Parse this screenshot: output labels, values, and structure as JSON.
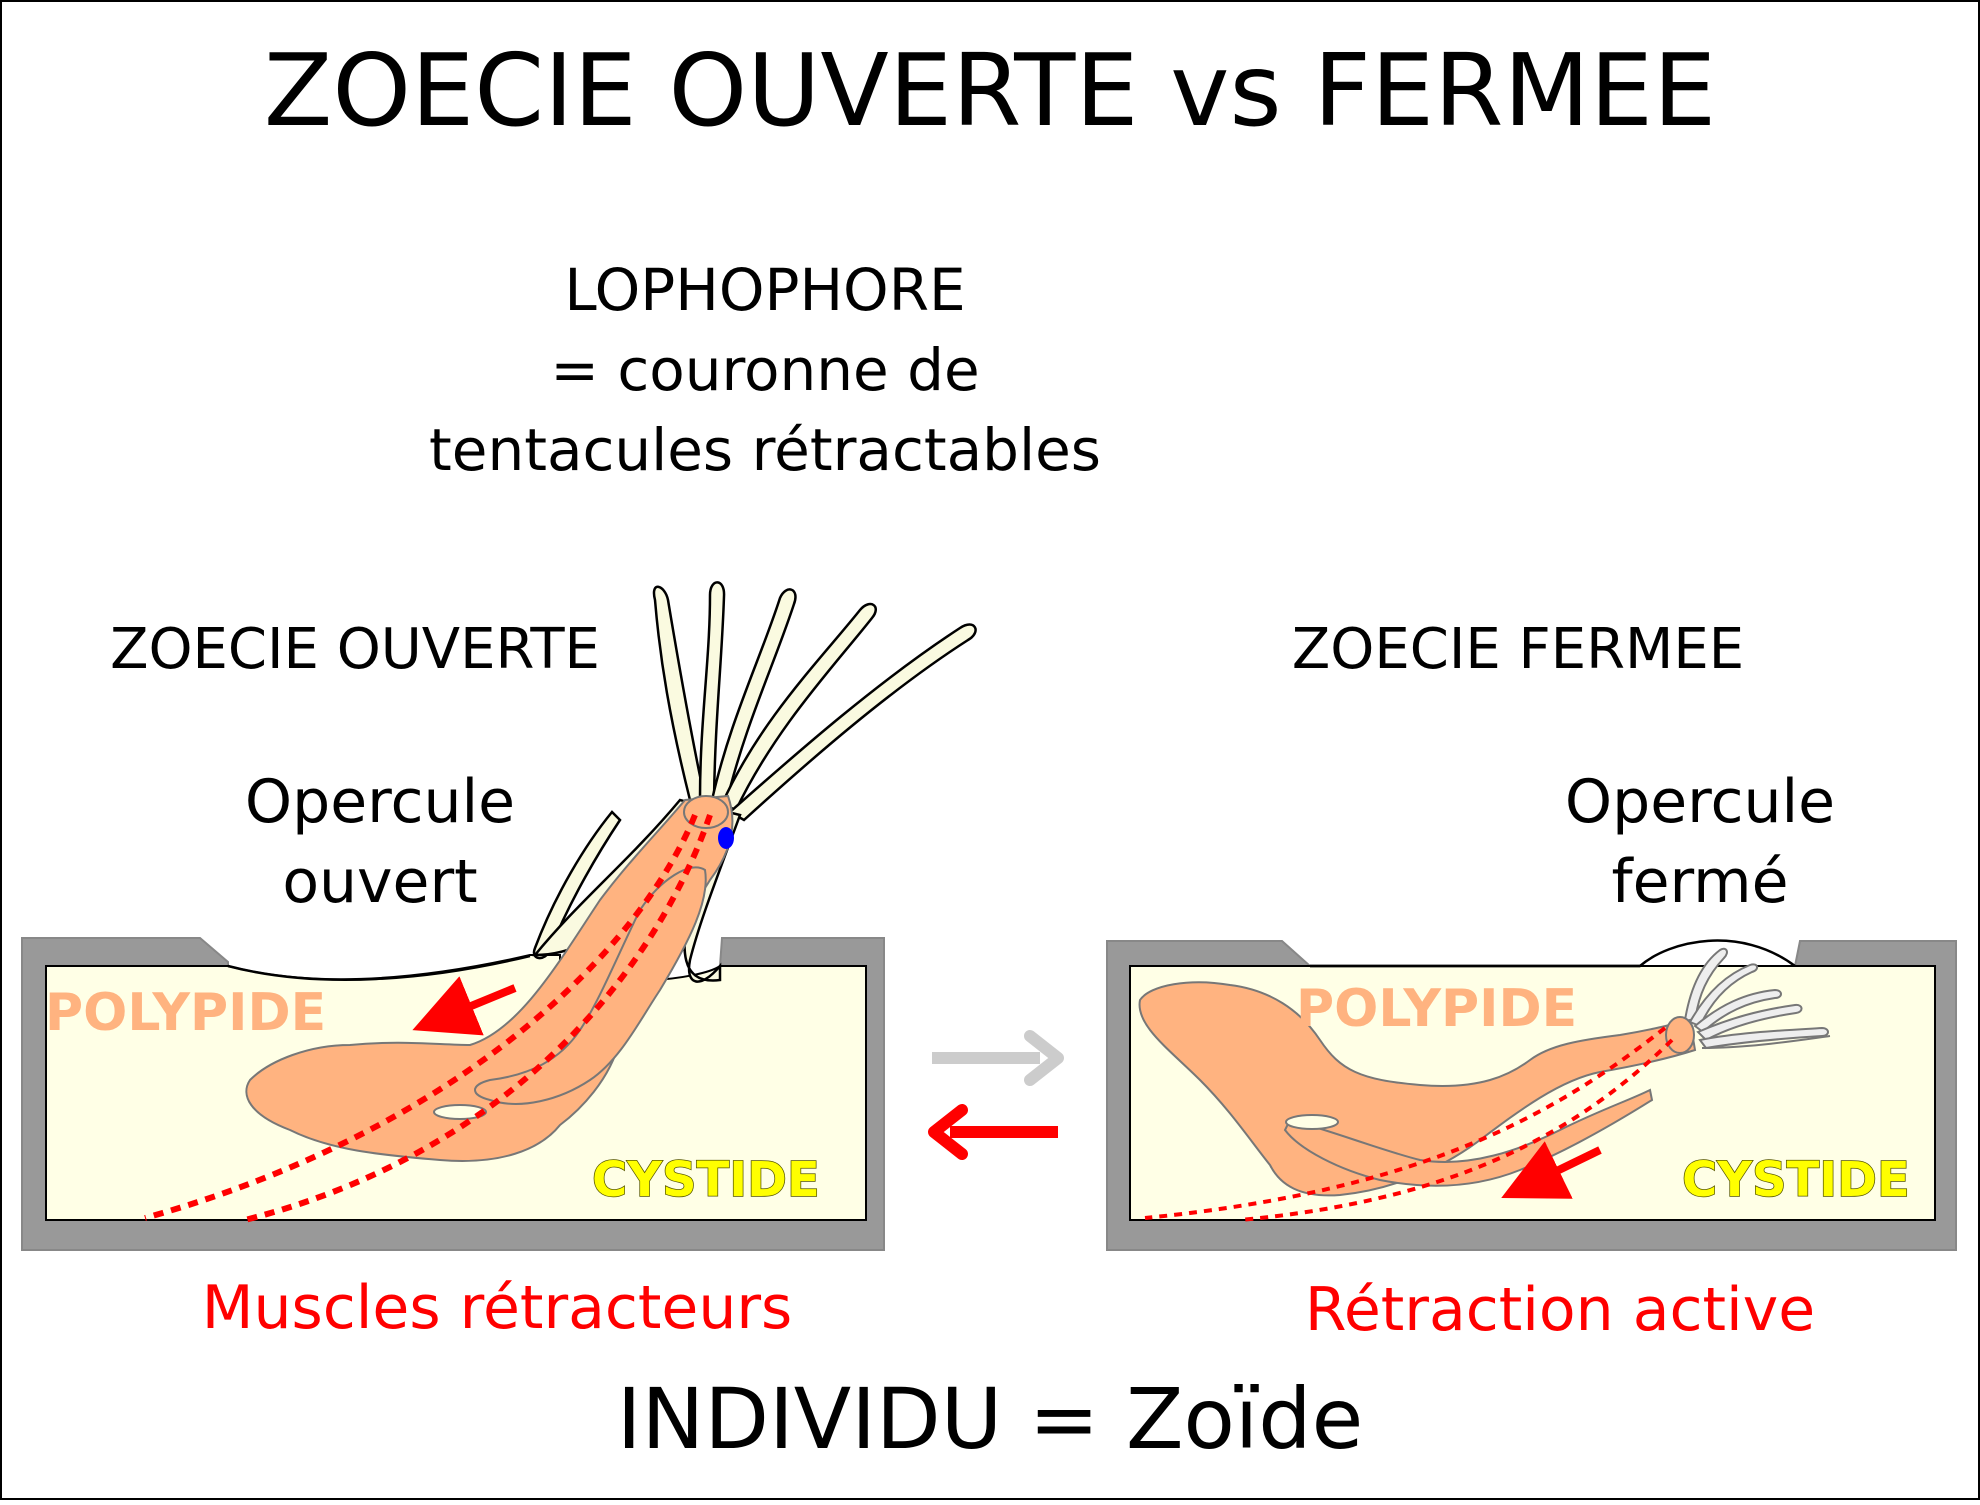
{
  "title": "ZOECIE OUVERTE vs FERMEE",
  "lophophore": {
    "line1": "LOPHOPHORE",
    "line2": "= couronne de",
    "line3": "tentacules rétractables"
  },
  "left_panel": {
    "heading": "ZOECIE OUVERTE",
    "opercule_line1": "Opercule",
    "opercule_line2": "ouvert",
    "polypide_label": "POLYPIDE",
    "cystide_label": "CYSTIDE",
    "caption": "Muscles rétracteurs"
  },
  "right_panel": {
    "heading": "ZOECIE FERMEE",
    "opercule_line1": "Opercule",
    "opercule_line2": "fermé",
    "polypide_label": "POLYPIDE",
    "cystide_label": "CYSTIDE",
    "caption": "Rétraction active"
  },
  "footer": "INDIVIDU = Zoïde",
  "colors": {
    "frame_wall": "#999999",
    "cystide_fill": "#ffffe6",
    "polypide_fill": "#ffb380",
    "tentacle_fill": "#fafae0",
    "muscle_red": "#ff0000",
    "arrow_grey": "#cccccc",
    "eye_blue": "#0000ff"
  }
}
